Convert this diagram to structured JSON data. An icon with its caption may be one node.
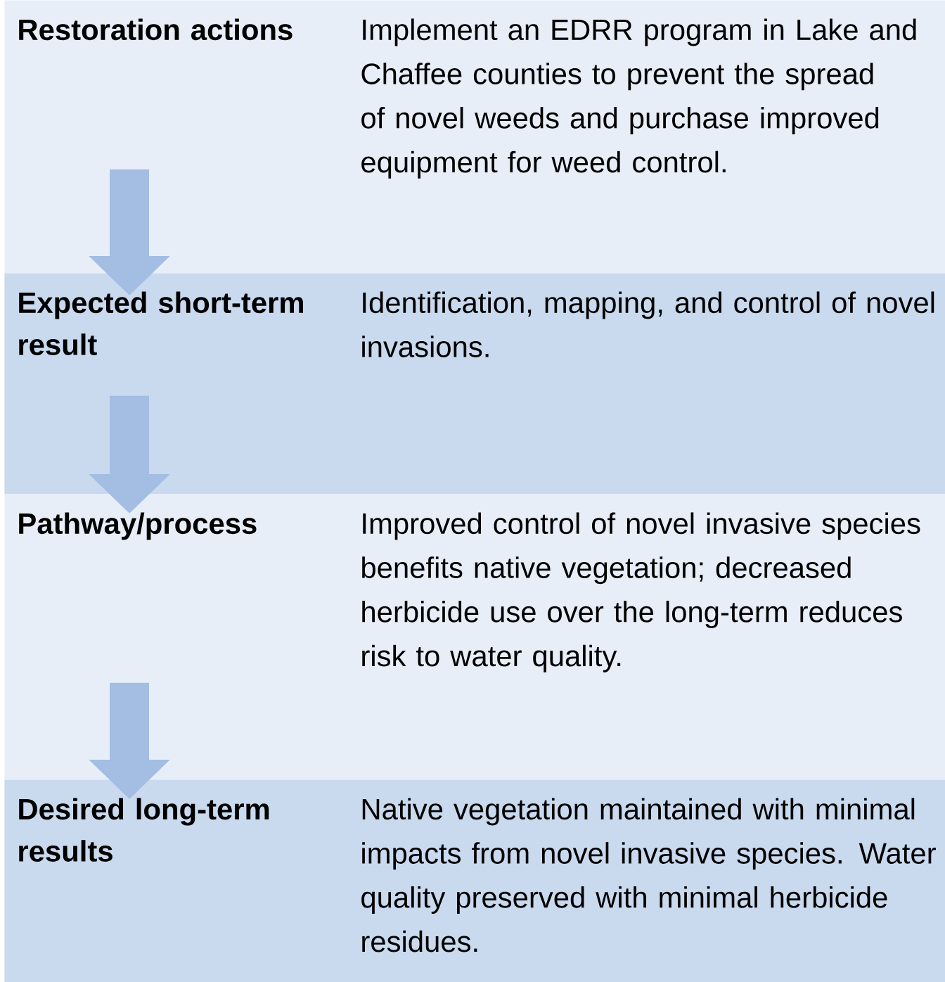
{
  "diagram": {
    "nodes": [
      {
        "text": [
          "Restoration actions",
          "Implement an EDRR program in Lake and Chaffee counties to prevent the spread of novel weeds and purchase improved equipment for weed control."
        ]
      },
      {
        "text": [
          "Expected short-term result",
          "Identification, mapping, and control of novel invasions."
        ]
      },
      {
        "text": [
          "Pathway/process",
          "Improved control of novel invasive species benefits native vegetation; decreased herbicide use over the long-term reduces risk to water quality."
        ]
      },
      {
        "text": [
          "Desired long-term results",
          "Native vegetation maintained with minimal impacts from novel invasive species. Water quality preserved with minimal herbicide residues."
        ]
      }
    ],
    "edges": [
      {
        "from": 0,
        "to": 1,
        "arrow": "to"
      },
      {
        "from": 1,
        "to": 2,
        "arrow": "to"
      },
      {
        "from": 2,
        "to": 3,
        "arrow": "to"
      }
    ]
  }
}
